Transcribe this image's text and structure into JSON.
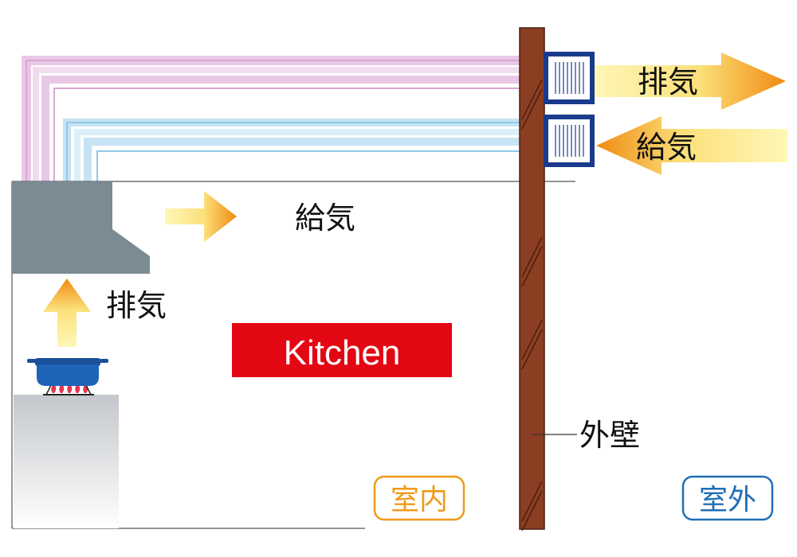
{
  "labels": {
    "exhaust_outdoor": "排気",
    "supply_outdoor": "給気",
    "supply_indoor": "給気",
    "exhaust_indoor": "排気",
    "kitchen": "Kitchen",
    "outer_wall": "外壁",
    "indoor": "室内",
    "outdoor": "室外"
  },
  "colors": {
    "wall": "#8b3e22",
    "kitchen_banner": "#e30613",
    "indoor_badge": "#f09a1a",
    "outdoor_badge": "#1f6fb5",
    "vent_frame": "#1a3a8c",
    "hood": "#7a8b93",
    "exhaust_duct": "#d9a6d6",
    "supply_duct": "#8fc9ea",
    "pot": "#1d63b8",
    "flame": "#e8344a"
  },
  "icons": [
    "exhaust-vent-icon",
    "supply-vent-icon",
    "range-hood-icon",
    "pot-icon",
    "gas-burner-icon"
  ]
}
